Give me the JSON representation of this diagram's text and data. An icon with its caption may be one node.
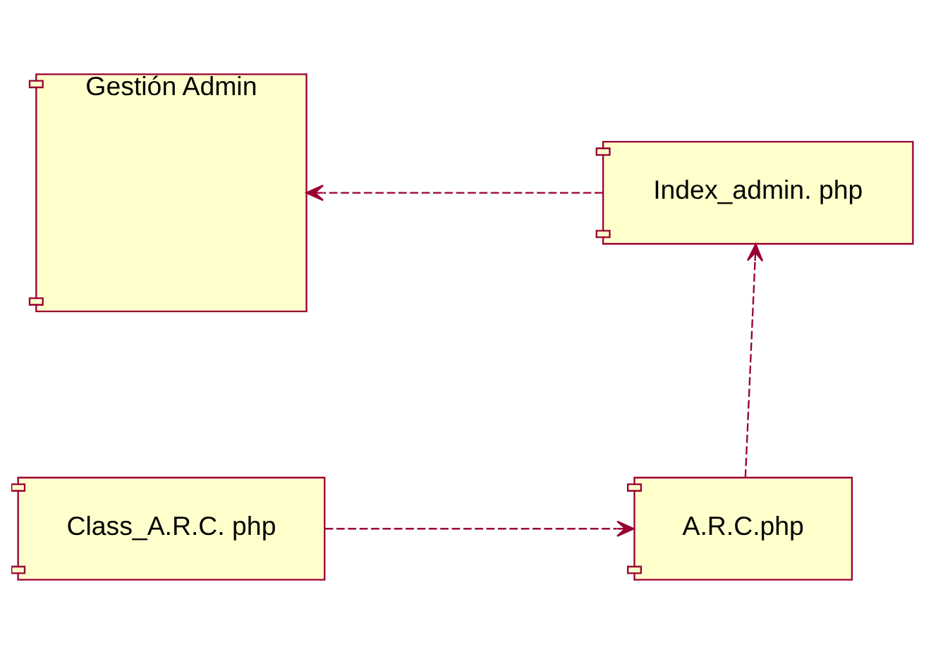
{
  "diagram": {
    "nodes": [
      {
        "text": [
          "Gestión Admin"
        ]
      },
      {
        "text": [
          "Index_admin. php"
        ]
      },
      {
        "text": [
          "Class_A.R.C. php"
        ]
      },
      {
        "text": [
          "A.R.C.php"
        ]
      }
    ],
    "edges": [
      {
        "from": 1,
        "to": 0,
        "arrow": "to",
        "style": "dashed"
      },
      {
        "from": 3,
        "to": 1,
        "arrow": "to",
        "style": "dashed"
      },
      {
        "from": 2,
        "to": 3,
        "arrow": "to",
        "style": "dashed"
      }
    ]
  }
}
